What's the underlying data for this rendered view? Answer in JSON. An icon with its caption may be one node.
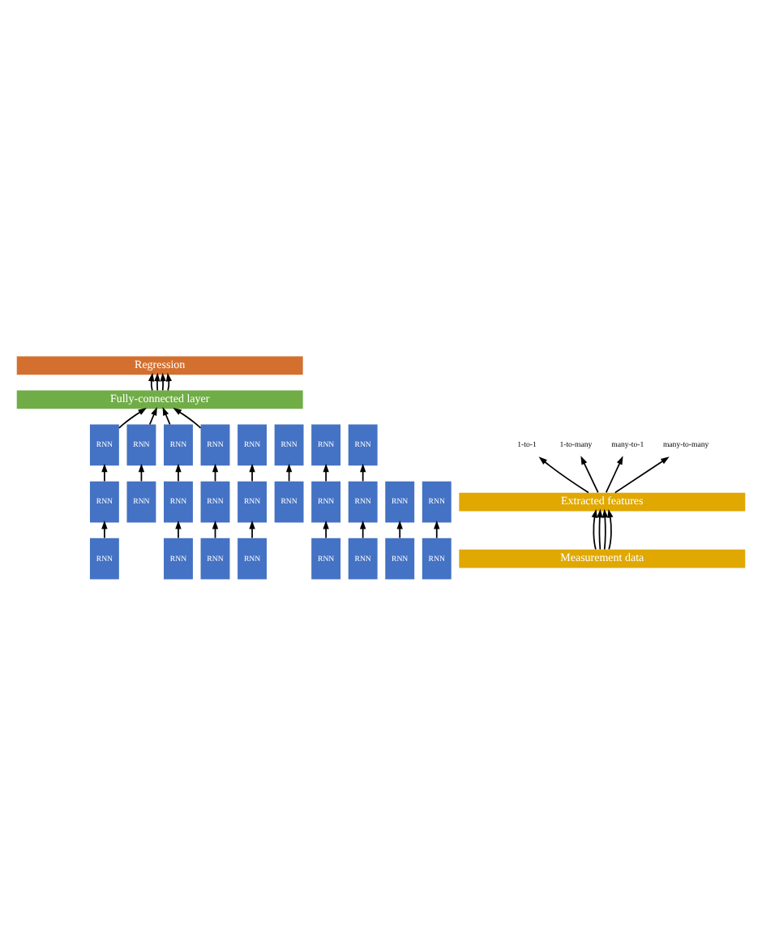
{
  "diagram": {
    "nodes": [
      {
        "text": [
          "Regression"
        ]
      },
      {
        "text": [
          "Fully-connected layer"
        ]
      },
      {
        "text": [
          "RNN"
        ]
      },
      {
        "text": [
          "RNN"
        ]
      },
      {
        "text": [
          "RNN"
        ]
      },
      {
        "text": [
          "RNN"
        ]
      },
      {
        "text": [
          "RNN"
        ]
      },
      {
        "text": [
          "RNN"
        ]
      },
      {
        "text": [
          "RNN"
        ]
      },
      {
        "text": [
          "RNN"
        ]
      },
      {
        "text": [
          "RNN"
        ]
      },
      {
        "text": [
          "RNN"
        ]
      },
      {
        "text": [
          "RNN"
        ]
      },
      {
        "text": [
          "RNN"
        ]
      },
      {
        "text": [
          "RNN"
        ]
      },
      {
        "text": [
          "RNN"
        ]
      },
      {
        "text": [
          "RNN"
        ]
      },
      {
        "text": [
          "RNN"
        ]
      },
      {
        "text": [
          "RNN"
        ]
      },
      {
        "text": [
          "RNN"
        ]
      },
      {
        "text": [
          "RNN"
        ]
      },
      {
        "text": [
          "RNN"
        ]
      },
      {
        "text": [
          "RNN"
        ]
      },
      {
        "text": [
          "RNN"
        ]
      },
      {
        "text": [
          "RNN"
        ]
      },
      {
        "text": [
          "RNN"
        ]
      },
      {
        "text": [
          "RNN"
        ]
      },
      {
        "text": [
          "RNN"
        ]
      },
      {
        "text": [
          "1-to-1"
        ]
      },
      {
        "text": [
          "1-to-many"
        ]
      },
      {
        "text": [
          "many-to-1"
        ]
      },
      {
        "text": [
          "many-to-many"
        ]
      },
      {
        "text": [
          "Extracted features"
        ]
      },
      {
        "text": [
          "Measurement data"
        ]
      }
    ],
    "edges": [
      {
        "from": 33,
        "to": 32,
        "arrow": "to"
      },
      {
        "from": 33,
        "to": 32,
        "arrow": "to"
      },
      {
        "from": 33,
        "to": 32,
        "arrow": "to"
      },
      {
        "from": 33,
        "to": 32,
        "arrow": "to"
      },
      {
        "from": 32,
        "to": 28,
        "arrow": "to"
      },
      {
        "from": 32,
        "to": 29,
        "arrow": "to"
      },
      {
        "from": 32,
        "to": 30,
        "arrow": "to"
      },
      {
        "from": 32,
        "to": 31,
        "arrow": "to"
      },
      {
        "from": 20,
        "to": 10,
        "arrow": "to"
      },
      {
        "from": 10,
        "to": 2,
        "arrow": "to"
      },
      {
        "from": 21,
        "to": 11,
        "arrow": "to"
      },
      {
        "from": 11,
        "to": 3,
        "arrow": "to"
      },
      {
        "from": 12,
        "to": 4,
        "arrow": "to"
      },
      {
        "from": 13,
        "to": 5,
        "arrow": "to"
      },
      {
        "from": 22,
        "to": 14,
        "arrow": "to"
      },
      {
        "from": 23,
        "to": 15,
        "arrow": "to"
      },
      {
        "from": 24,
        "to": 16,
        "arrow": "to"
      },
      {
        "from": 16,
        "to": 6,
        "arrow": "to"
      },
      {
        "from": 25,
        "to": 17,
        "arrow": "to"
      },
      {
        "from": 26,
        "to": 18,
        "arrow": "to"
      },
      {
        "from": 27,
        "to": 19,
        "arrow": "to"
      },
      {
        "from": 17,
        "to": 7,
        "arrow": "to"
      },
      {
        "from": 18,
        "to": 8,
        "arrow": "to"
      },
      {
        "from": 19,
        "to": 9,
        "arrow": "to"
      },
      {
        "from": 2,
        "to": 1,
        "arrow": "to"
      },
      {
        "from": 4,
        "to": 1,
        "arrow": "to"
      },
      {
        "from": 6,
        "to": 1,
        "arrow": "to"
      },
      {
        "from": 8,
        "to": 1,
        "arrow": "to"
      },
      {
        "from": 1,
        "to": 0,
        "arrow": "to"
      },
      {
        "from": 1,
        "to": 0,
        "arrow": "to"
      },
      {
        "from": 1,
        "to": 0,
        "arrow": "to"
      },
      {
        "from": 1,
        "to": 0,
        "arrow": "to"
      }
    ]
  }
}
